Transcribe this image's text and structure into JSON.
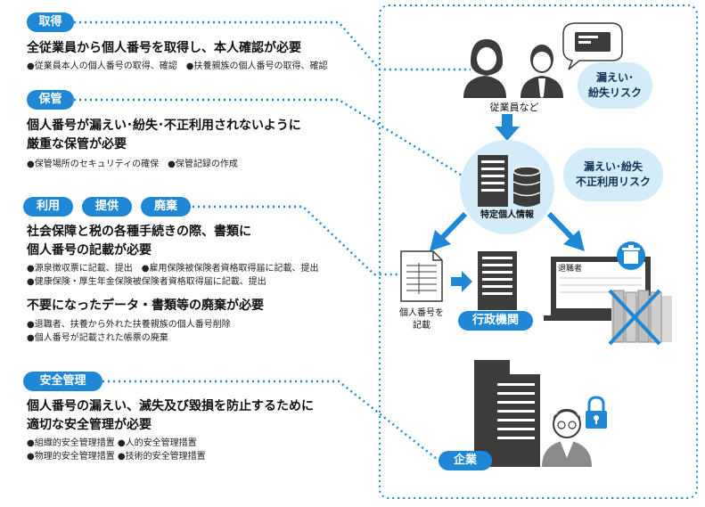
{
  "sections": {
    "acquisition": {
      "tag": "取得",
      "heading": "全従業員から個人番号を取得し、本人確認が必要",
      "bullets": [
        "●従業員本人の個人番号の取得、確認　●扶養親族の個人番号の取得、確認"
      ]
    },
    "storage": {
      "tag": "保管",
      "heading_lines": [
        "個人番号が漏えい･紛失･不正利用されないように",
        "厳重な保管が必要"
      ],
      "bullets": [
        "●保管場所のセキュリティの確保　●保管記録の作成"
      ]
    },
    "use": {
      "tags": [
        "利用",
        "提供",
        "廃棄"
      ],
      "heading_lines": [
        "社会保障と税の各種手続きの際、書類に",
        "個人番号の記載が必要"
      ],
      "bullets": [
        "●源泉徴収票に記載、提出　●雇用保険被保険者資格取得届に記載、提出",
        "●健康保険・厚生年金保険被保険者資格取得届に記載、提出"
      ],
      "heading2": "不要になったデータ・書類等の廃棄が必要",
      "bullets2": [
        "●退職者、扶養から外れた扶養親族の個人番号削除",
        "●個人番号が記載された帳票の廃棄"
      ]
    },
    "security": {
      "tag": "安全管理",
      "heading_lines": [
        "個人番号の漏えい、滅失及び毀損を防止するために",
        "適切な安全管理が必要"
      ],
      "bullets": [
        "●組織的安全管理措置 ●人的安全管理措置",
        "●物理的安全管理措置 ●技術的安全管理措置"
      ]
    }
  },
  "diagram": {
    "employees_label": "従業員など",
    "risk1_lines": [
      "漏えい･",
      "紛失リスク"
    ],
    "risk2_lines": [
      "漏えい･紛失",
      "不正利用リスク"
    ],
    "db_label": "特定個人情報",
    "document_label_lines": [
      "個人番号を",
      "記載"
    ],
    "gov_label": "行政機関",
    "retiree_label": "退職者",
    "company_label": "企業"
  },
  "colors": {
    "accent": "#1e88d6",
    "panel_border": "#1e88d6",
    "dark": "#3c3c3c",
    "light_blue": "#d3ecfa",
    "red_cross": "#1e88d6"
  }
}
